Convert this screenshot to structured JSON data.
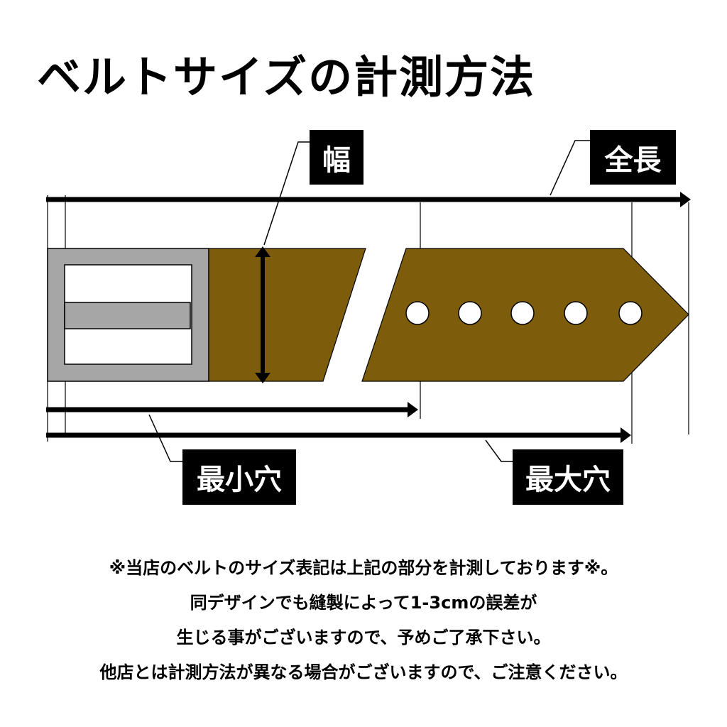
{
  "title": "ベルトサイズの計測方法",
  "labels": {
    "width": "幅",
    "total_length": "全長",
    "min_hole": "最小穴",
    "max_hole": "最大穴"
  },
  "notes": [
    "※当店のベルトのサイズ表記は上記の部分を計測しております※。",
    "同デザインでも縫製によって1-3cmの誤差が",
    "生じる事がございますので、予めご了承下さい。",
    "他店とは計測方法が異なる場合がございますので、ご注意ください。"
  ],
  "colors": {
    "belt": "#7d5d0b",
    "buckle": "#a6a6a6"
  }
}
